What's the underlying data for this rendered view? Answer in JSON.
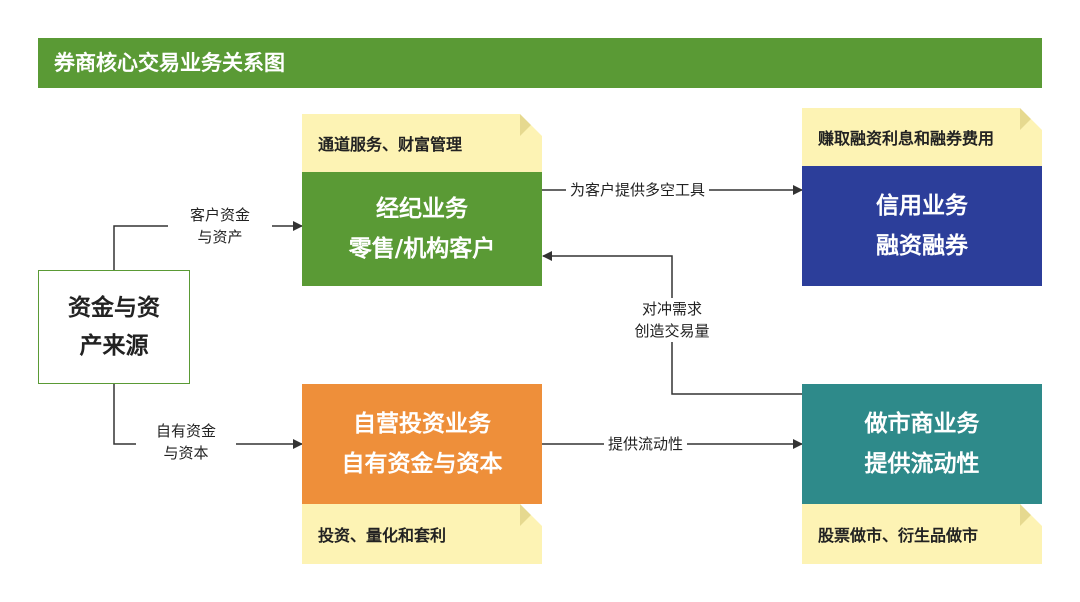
{
  "title": "券商核心交易业务关系图",
  "colors": {
    "header": "#5a9a35",
    "brokerage": "#5a9a35",
    "credit": "#2c3e9a",
    "proprietary": "#ee8f3a",
    "market_making": "#2e8a8a",
    "source_border": "#5a9a35",
    "note_bg": "#fdf3b4"
  },
  "nodes": {
    "source": {
      "line1": "资金与资",
      "line2": "产来源"
    },
    "brokerage": {
      "line1": "经纪业务",
      "line2": "零售/机构客户",
      "note": "通道服务、财富管理"
    },
    "credit": {
      "line1": "信用业务",
      "line2": "融资融券",
      "note": "赚取融资利息和融券费用"
    },
    "proprietary": {
      "line1": "自营投资业务",
      "line2": "自有资金与资本",
      "note": "投资、量化和套利"
    },
    "market_making": {
      "line1": "做市商业务",
      "line2": "提供流动性",
      "note": "股票做市、衍生品做市"
    }
  },
  "edges": {
    "source_to_brokerage": {
      "line1": "客户资金",
      "line2": "与资产"
    },
    "source_to_proprietary": {
      "line1": "自有资金",
      "line2": "与资本"
    },
    "brokerage_to_credit": {
      "label": "为客户提供多空工具"
    },
    "proprietary_to_market_making": {
      "label": "提供流动性"
    },
    "market_making_to_brokerage": {
      "line1": "对冲需求",
      "line2": "创造交易量"
    }
  }
}
